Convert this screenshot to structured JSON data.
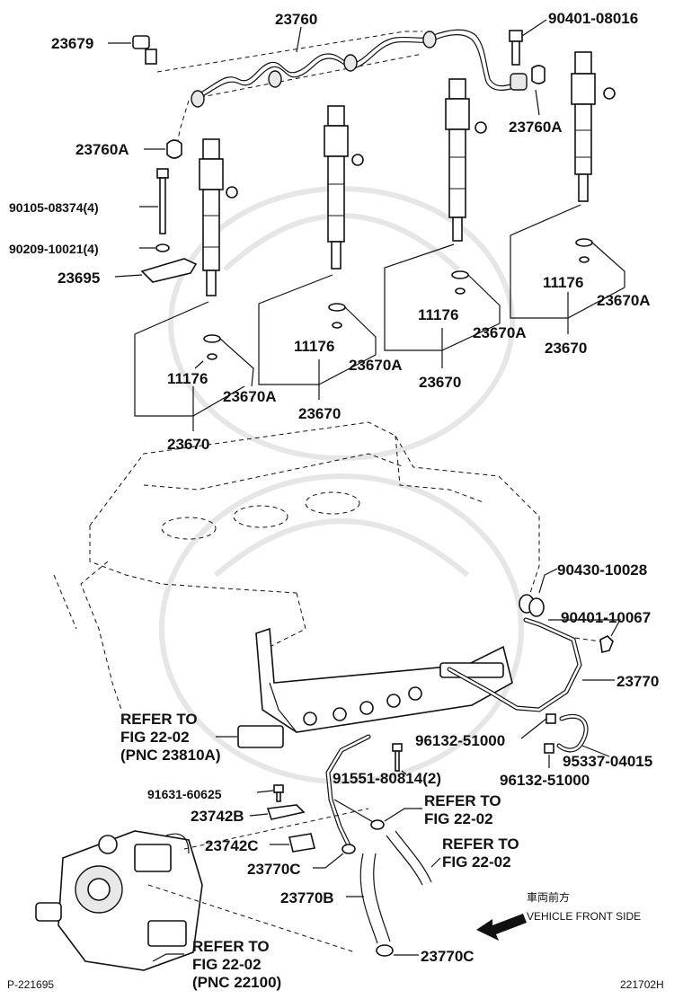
{
  "labels": {
    "l23760": "23760",
    "l90401_08016": "90401-08016",
    "l23679": "23679",
    "l23760A_a": "23760A",
    "l23760A_b": "23760A",
    "l90105": "90105-08374(4)",
    "l90209": "90209-10021(4)",
    "l23695": "23695",
    "i1_11176": "11176",
    "i1_23670A": "23670A",
    "i1_23670": "23670",
    "i2_11176": "11176",
    "i2_23670A": "23670A",
    "i2_23670": "23670",
    "i3_11176": "11176",
    "i3_23670A": "23670A",
    "i3_23670": "23670",
    "i4_11176": "11176",
    "i4_23670A": "23670A",
    "i4_23670": "23670",
    "l90430": "90430-10028",
    "l90401_10067": "90401-10067",
    "l23770": "23770",
    "l96132_a": "96132-51000",
    "l96132_b": "96132-51000",
    "l95337": "95337-04015",
    "l91551": "91551-80814(2)",
    "l91631": "91631-60625",
    "l23742B": "23742B",
    "l23742C": "23742C",
    "l23770C_a": "23770C",
    "l23770B": "23770B",
    "l23770C_b": "23770C",
    "ref1_l1": "REFER TO",
    "ref1_l2": "FIG 22-02",
    "ref1_l3": "(PNC 23810A)",
    "ref2_l1": "REFER TO",
    "ref2_l2": "FIG 22-02",
    "ref3_l1": "REFER TO",
    "ref3_l2": "FIG 22-02",
    "ref4_l1": "REFER TO",
    "ref4_l2": "FIG 22-02",
    "ref4_l3": "(PNC 22100)",
    "front_jp": "車両前方",
    "front_en": "VEHICLE FRONT SIDE",
    "code_left": "P-221695",
    "code_right": "221702H"
  }
}
